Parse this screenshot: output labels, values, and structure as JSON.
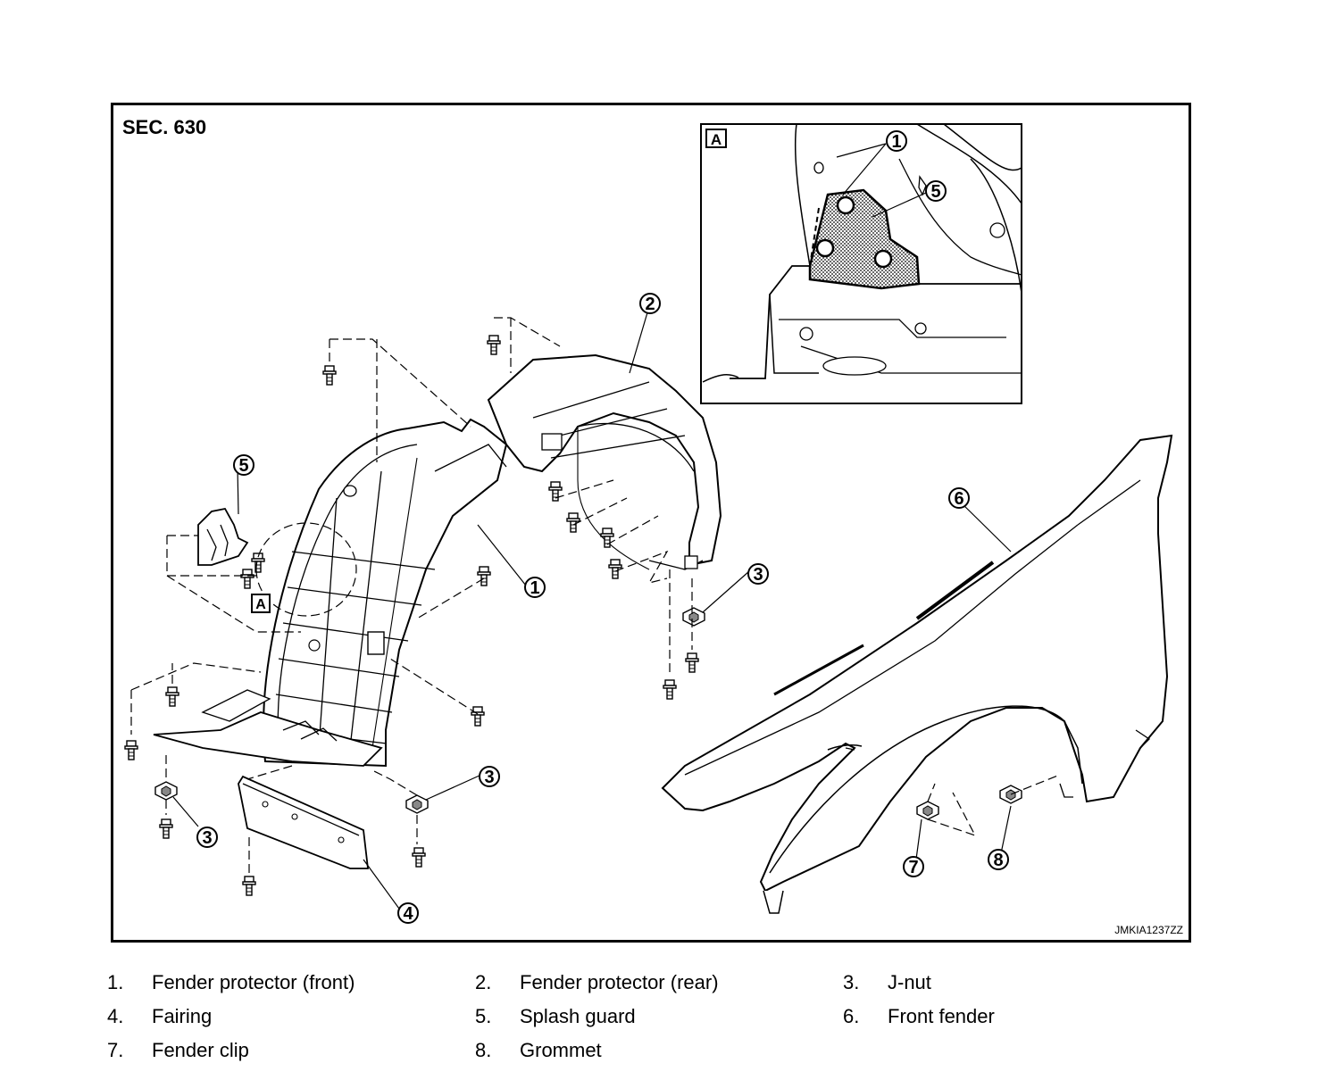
{
  "section_label": "SEC. 630",
  "figure_id": "JMKIA1237ZZ",
  "detail_label": "A",
  "callouts": [
    "1",
    "2",
    "3",
    "4",
    "5",
    "6",
    "7",
    "8"
  ],
  "legend": [
    {
      "num": "1.",
      "name": "Fender protector (front)"
    },
    {
      "num": "2.",
      "name": "Fender protector (rear)"
    },
    {
      "num": "3.",
      "name": "J-nut"
    },
    {
      "num": "4.",
      "name": "Fairing"
    },
    {
      "num": "5.",
      "name": "Splash guard"
    },
    {
      "num": "6.",
      "name": "Front fender"
    },
    {
      "num": "7.",
      "name": "Fender clip"
    },
    {
      "num": "8.",
      "name": "Grommet"
    }
  ]
}
